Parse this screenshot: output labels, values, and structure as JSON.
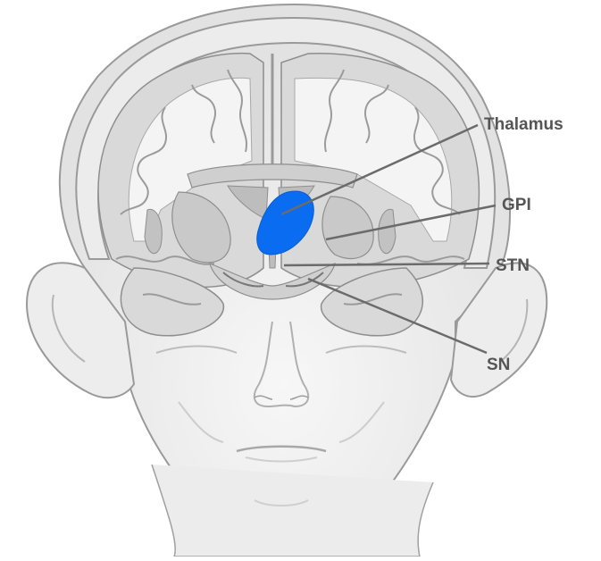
{
  "labels": {
    "thalamus": "Thalamus",
    "gpi": "GPI",
    "stn": "STN",
    "sn": "SN"
  },
  "colors": {
    "highlight": "#0a6cf0",
    "skin": "#f2f2f2",
    "outline": "#8e8e8e",
    "brain_gray": "#d6d6d6",
    "white_matter": "#f7f7f7",
    "leader_line": "#6b6b6b",
    "label_text": "#555555"
  }
}
